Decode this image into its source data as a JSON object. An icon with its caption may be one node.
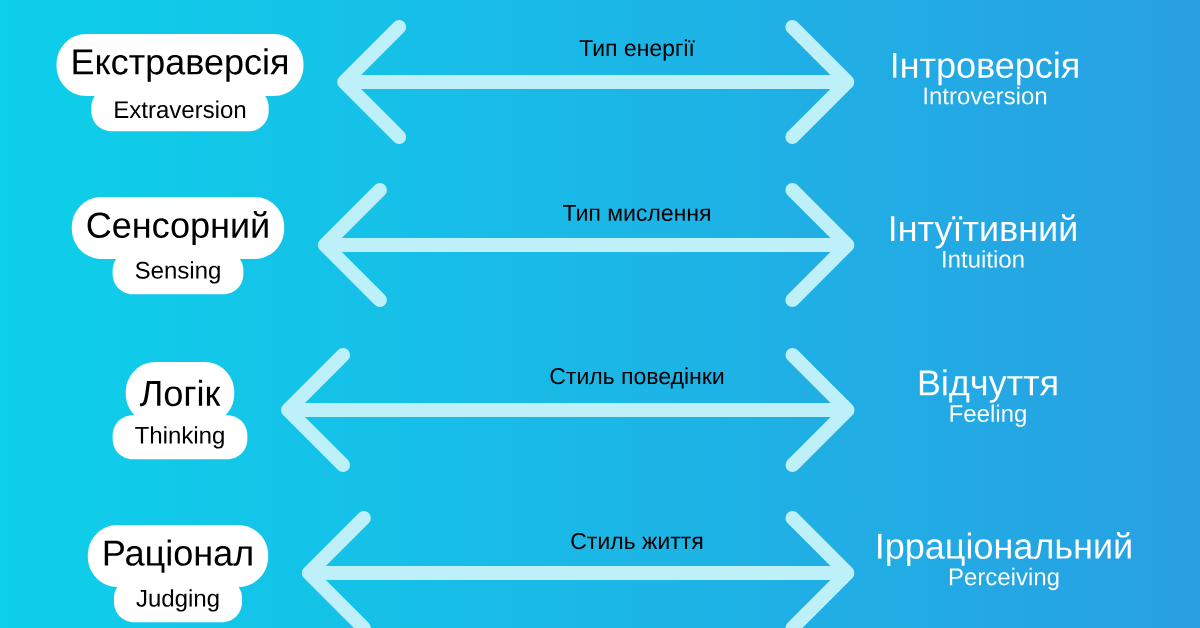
{
  "diagram": {
    "nodes": [
      {
        "text": [
          "Екстраверсія",
          "Extraversion"
        ]
      },
      {
        "text": [
          "Сенсорний",
          "Sensing"
        ]
      },
      {
        "text": [
          "Логік",
          "Thinking"
        ]
      },
      {
        "text": [
          "Раціонал",
          "Judging"
        ]
      },
      {
        "text": [
          "Інтроверсія",
          "Introversion"
        ]
      },
      {
        "text": [
          "Інтуїтивний",
          "Intuition"
        ]
      },
      {
        "text": [
          "Відчуття",
          "Feeling"
        ]
      },
      {
        "text": [
          "Ірраціональний",
          "Perceiving"
        ]
      }
    ],
    "edges": [
      {
        "from": 0,
        "to": 4,
        "arrow": "both",
        "label": "Тип енергії"
      },
      {
        "from": 1,
        "to": 5,
        "arrow": "both",
        "label": "Тип мислення"
      },
      {
        "from": 2,
        "to": 6,
        "arrow": "both",
        "label": "Стиль поведінки"
      },
      {
        "from": 3,
        "to": 7,
        "arrow": "both",
        "label": "Стиль життя"
      }
    ]
  }
}
